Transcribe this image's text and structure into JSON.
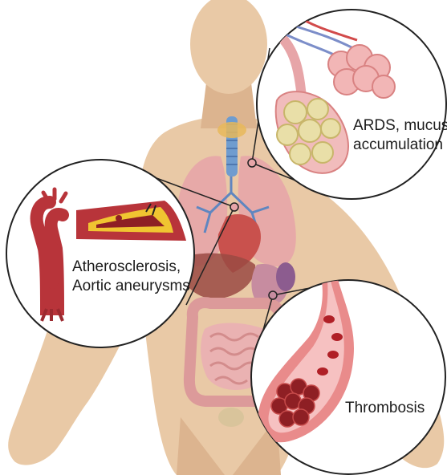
{
  "callouts": {
    "lungs": {
      "line1": "ARDS, mucus",
      "line2": "accumulation"
    },
    "artery": {
      "line1": "Atherosclerosis,",
      "line2": "Aortic aneurysms"
    },
    "vessel": {
      "line1": "Thrombosis"
    }
  },
  "colors": {
    "skin": "#e9c9a6",
    "skin_shade": "#dcb48f",
    "lung": "#e7a5a8",
    "artery": "#b8343a",
    "plaque": "#f0c531",
    "clot": "#8e1f24",
    "alveoli": "#e9dfa8",
    "trachea": "#6f9ccf",
    "intestine": "#e6a6a6"
  },
  "icons": [
    "human-body-illustration",
    "lung-alveoli-icon",
    "artery-plaque-icon",
    "aorta-icon",
    "blood-clot-icon"
  ]
}
